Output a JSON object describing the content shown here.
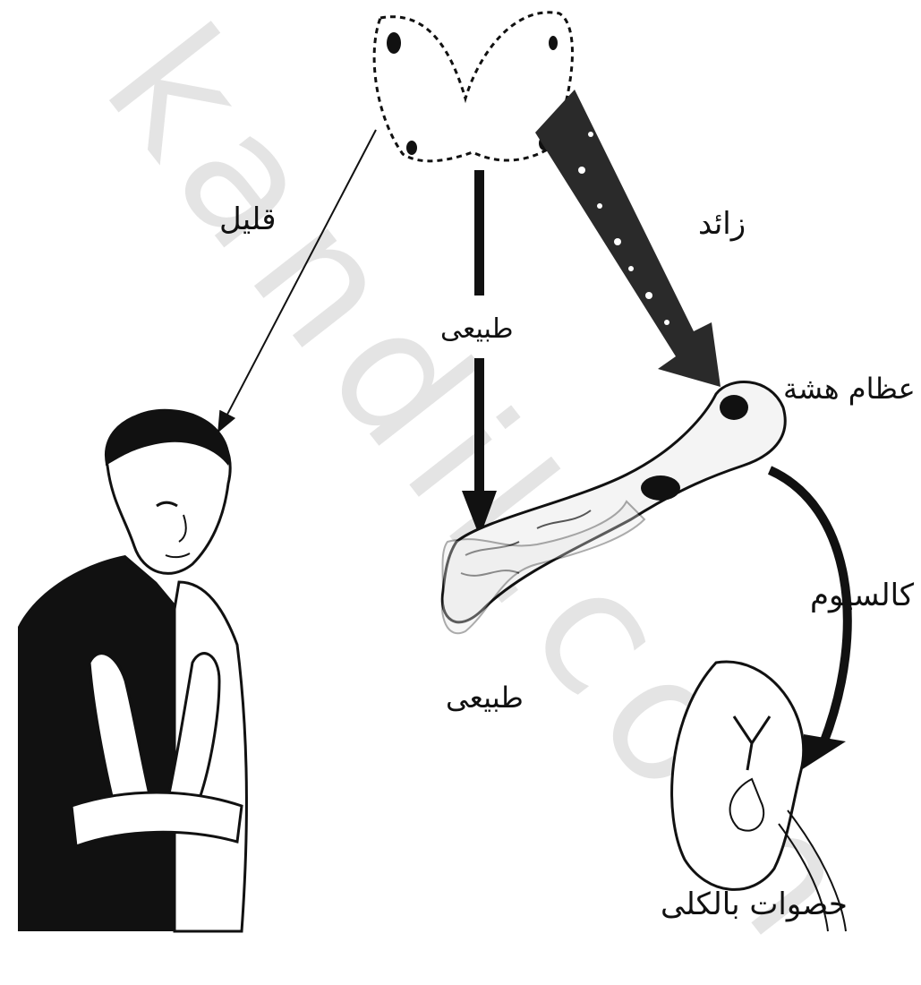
{
  "watermark": "kandil.com",
  "labels": {
    "low": "قليل",
    "normal_top": "طبيعى",
    "high": "زائد",
    "fragile_bones": "عظام هشة",
    "calcium": "كالسيوم",
    "normal_bottom": "طبيعى",
    "kidney_stones": "حصوات بالكلى"
  },
  "colors": {
    "ink": "#111111",
    "watermark": "#e4e4e4"
  }
}
